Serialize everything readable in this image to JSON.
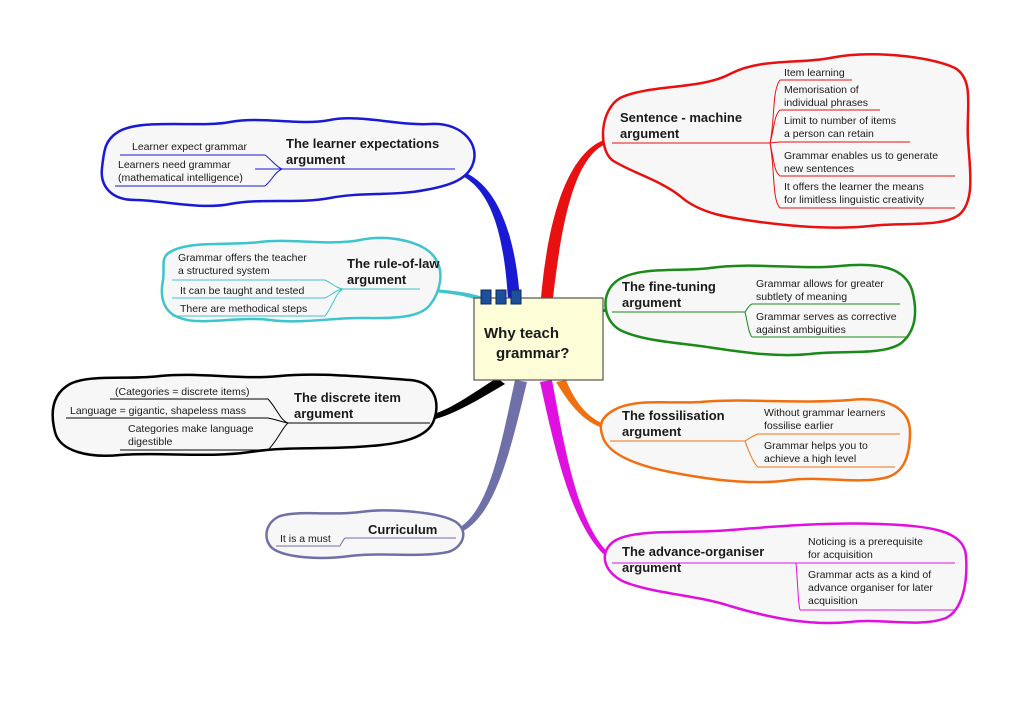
{
  "center": {
    "title_line1": "Why teach",
    "title_line2": "grammar?"
  },
  "branches": {
    "learner": {
      "title": [
        "The learner expectations",
        "argument"
      ],
      "items": [
        [
          "Learner expect grammar"
        ],
        [
          "Learners need grammar",
          "(mathematical intelligence)"
        ]
      ],
      "color": "#1a1ad4"
    },
    "rule_of_law": {
      "title": [
        "The rule-of-law",
        "argument"
      ],
      "items": [
        [
          "Grammar offers the teacher",
          "a structured system"
        ],
        [
          "It can be taught and tested"
        ],
        [
          "There are methodical steps"
        ]
      ],
      "color": "#3ec4cc"
    },
    "discrete": {
      "title": [
        "The discrete item",
        "argument"
      ],
      "items": [
        [
          "(Categories = discrete items)"
        ],
        [
          "Language = gigantic, shapeless mass"
        ],
        [
          "Categories make language",
          "digestible"
        ]
      ],
      "color": "#000000"
    },
    "curriculum": {
      "title": [
        "Curriculum"
      ],
      "items": [
        [
          "It is a must"
        ]
      ],
      "color": "#7070a8"
    },
    "sentence_machine": {
      "title": [
        "Sentence - machine",
        "argument"
      ],
      "items": [
        [
          "Item learning"
        ],
        [
          "Memorisation of",
          "individual phrases"
        ],
        [
          "Limit to number of items",
          "a person can retain"
        ],
        [
          "Grammar enables us to generate",
          "new sentences"
        ],
        [
          "It offers the learner the means",
          "for limitless linguistic creativity"
        ]
      ],
      "color": "#e81010"
    },
    "fine_tuning": {
      "title": [
        "The fine-tuning",
        "argument"
      ],
      "items": [
        [
          "Grammar allows for greater",
          "subtlety of meaning"
        ],
        [
          "Grammar serves as corrective",
          "against ambiguities"
        ]
      ],
      "color": "#1a8a1a"
    },
    "fossilisation": {
      "title": [
        "The fossilisation",
        "argument"
      ],
      "items": [
        [
          "Without grammar learners",
          "fossilise earlier"
        ],
        [
          "Grammar helps you to",
          "achieve a high level"
        ]
      ],
      "color": "#f07010"
    },
    "advance_organiser": {
      "title": [
        "The advance-organiser",
        "argument"
      ],
      "items": [
        [
          "Noticing is a prerequisite",
          "for acquisition"
        ],
        [
          "Grammar acts as a kind of",
          "advance organiser for later",
          "acquisition"
        ]
      ],
      "color": "#e010e0"
    }
  }
}
